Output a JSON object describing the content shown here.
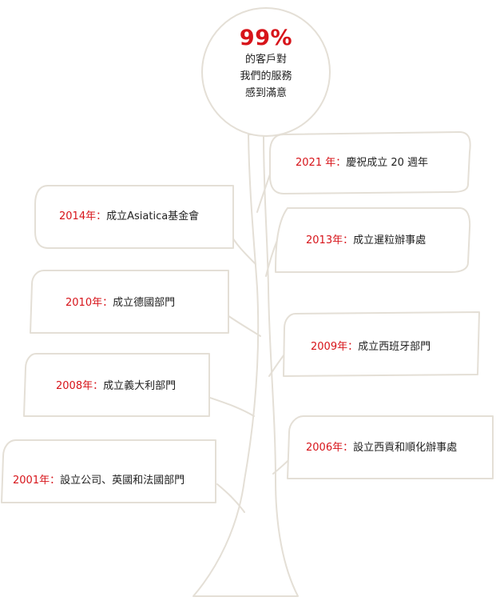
{
  "top": {
    "percent": "99%",
    "line1": "的客戶對",
    "line2": "我們的服務",
    "line3": "感到滿意"
  },
  "milestones": [
    {
      "year": "2021 年",
      "colon": "：",
      "text": "慶祝成立 20 週年"
    },
    {
      "year": "2014年",
      "colon": "：",
      "text": "成立Asiatica基金會"
    },
    {
      "year": "2013年",
      "colon": "：",
      "text": "成立暹粒辦事處"
    },
    {
      "year": "2010年",
      "colon": "：",
      "text": "成立德國部門"
    },
    {
      "year": "2009年",
      "colon": "：",
      "text": "成立西班牙部門"
    },
    {
      "year": "2008年",
      "colon": "：",
      "text": "成立義大利部門"
    },
    {
      "year": "2006年",
      "colon": "：",
      "text": "設立西貢和順化辦事處"
    },
    {
      "year": "2001年",
      "colon": "：",
      "text": "設立公司、英國和法國部門"
    }
  ],
  "colors": {
    "accent": "#d7141a",
    "outline": "#e4dfd6",
    "text": "#222222"
  }
}
